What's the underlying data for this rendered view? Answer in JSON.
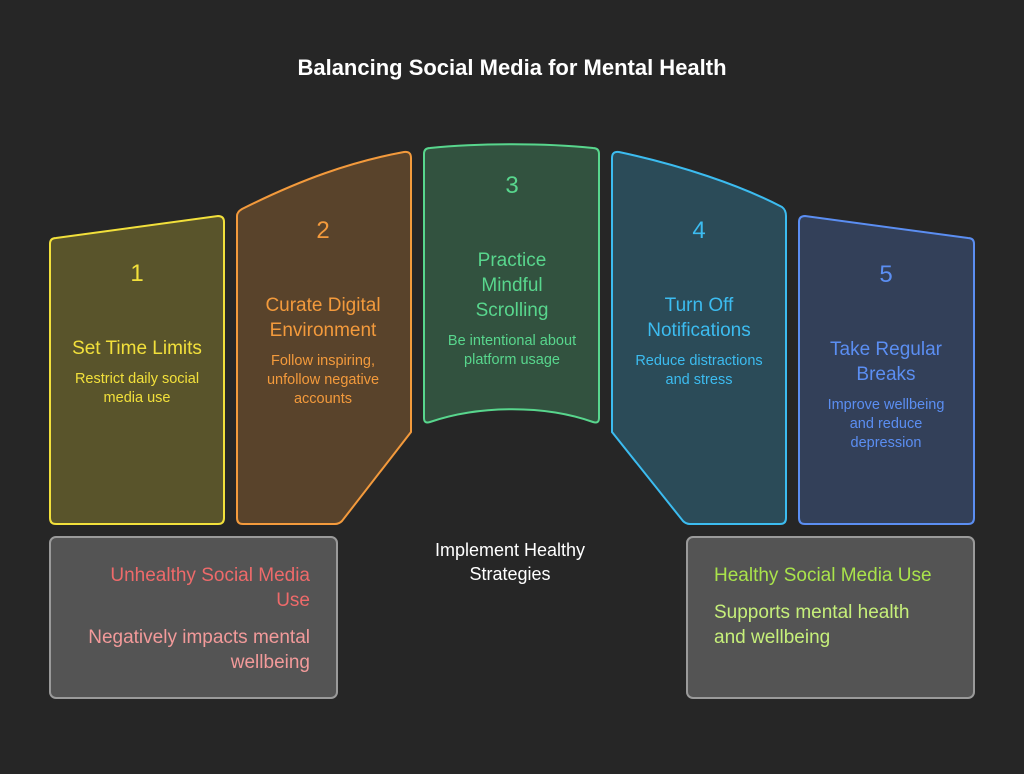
{
  "title": "Balancing Social Media for Mental Health",
  "center_label": "Implement Healthy Strategies",
  "steps": [
    {
      "number": "1",
      "heading": "Set Time Limits",
      "description": "Restrict daily social media use",
      "color": "#f2e03b"
    },
    {
      "number": "2",
      "heading": "Curate Digital Environment",
      "description": "Follow inspiring, unfollow negative accounts",
      "color": "#f39a3c"
    },
    {
      "number": "3",
      "heading": "Practice Mindful Scrolling",
      "description": "Be intentional about platform usage",
      "color": "#58d68d"
    },
    {
      "number": "4",
      "heading": "Turn Off Notifications",
      "description": "Reduce distractions and stress",
      "color": "#3cbcf0"
    },
    {
      "number": "5",
      "heading": "Take Regular Breaks",
      "description": "Improve wellbeing and reduce depression",
      "color": "#5b8ef2"
    }
  ],
  "unhealthy": {
    "heading": "Unhealthy Social Media Use",
    "description": "Negatively impacts mental wellbeing",
    "color": "#ee6a6a"
  },
  "healthy": {
    "heading": "Healthy Social Media Use",
    "description": "Supports mental health and wellbeing",
    "color": "#a9e34b"
  }
}
